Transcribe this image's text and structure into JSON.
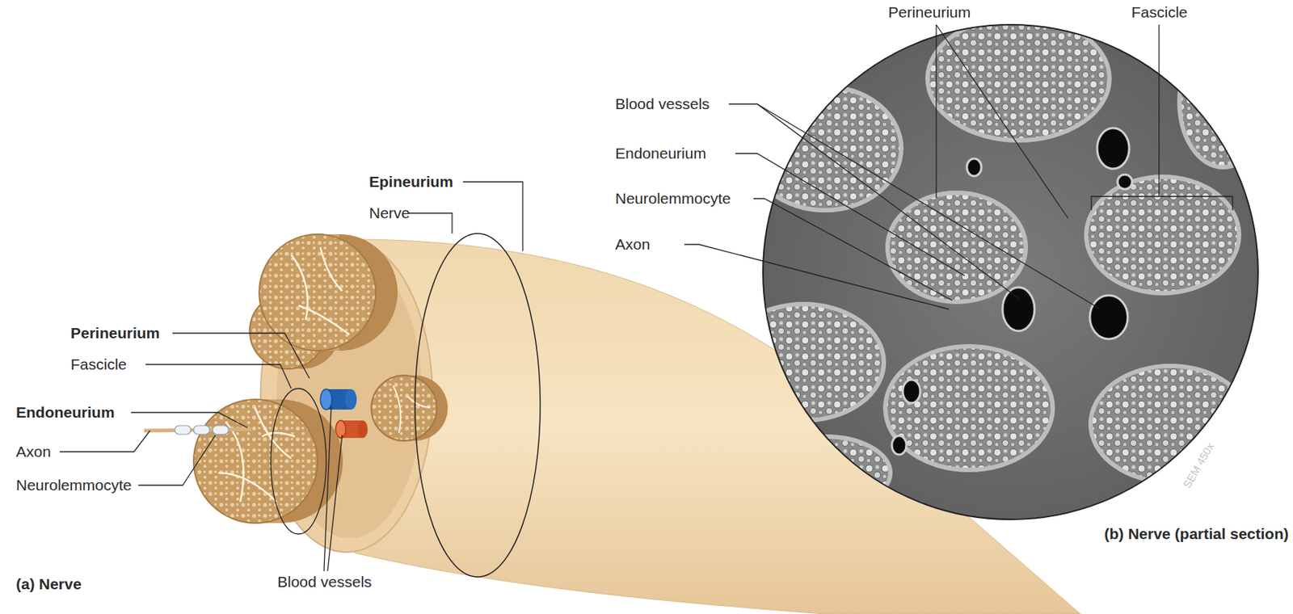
{
  "diagram": {
    "labels": [
      "Epineurium",
      "Nerve",
      "Perineurium",
      "Fascicle",
      "Endoneurium",
      "Axon",
      "Neurolemmocyte",
      "(a) Nerve",
      "Blood vessels",
      "Perineurium",
      "Fascicle",
      "Blood vessels",
      "Endoneurium",
      "Neurolemmocyte",
      "Axon",
      "SEM 450x",
      "(b) Nerve (partial section)"
    ]
  }
}
